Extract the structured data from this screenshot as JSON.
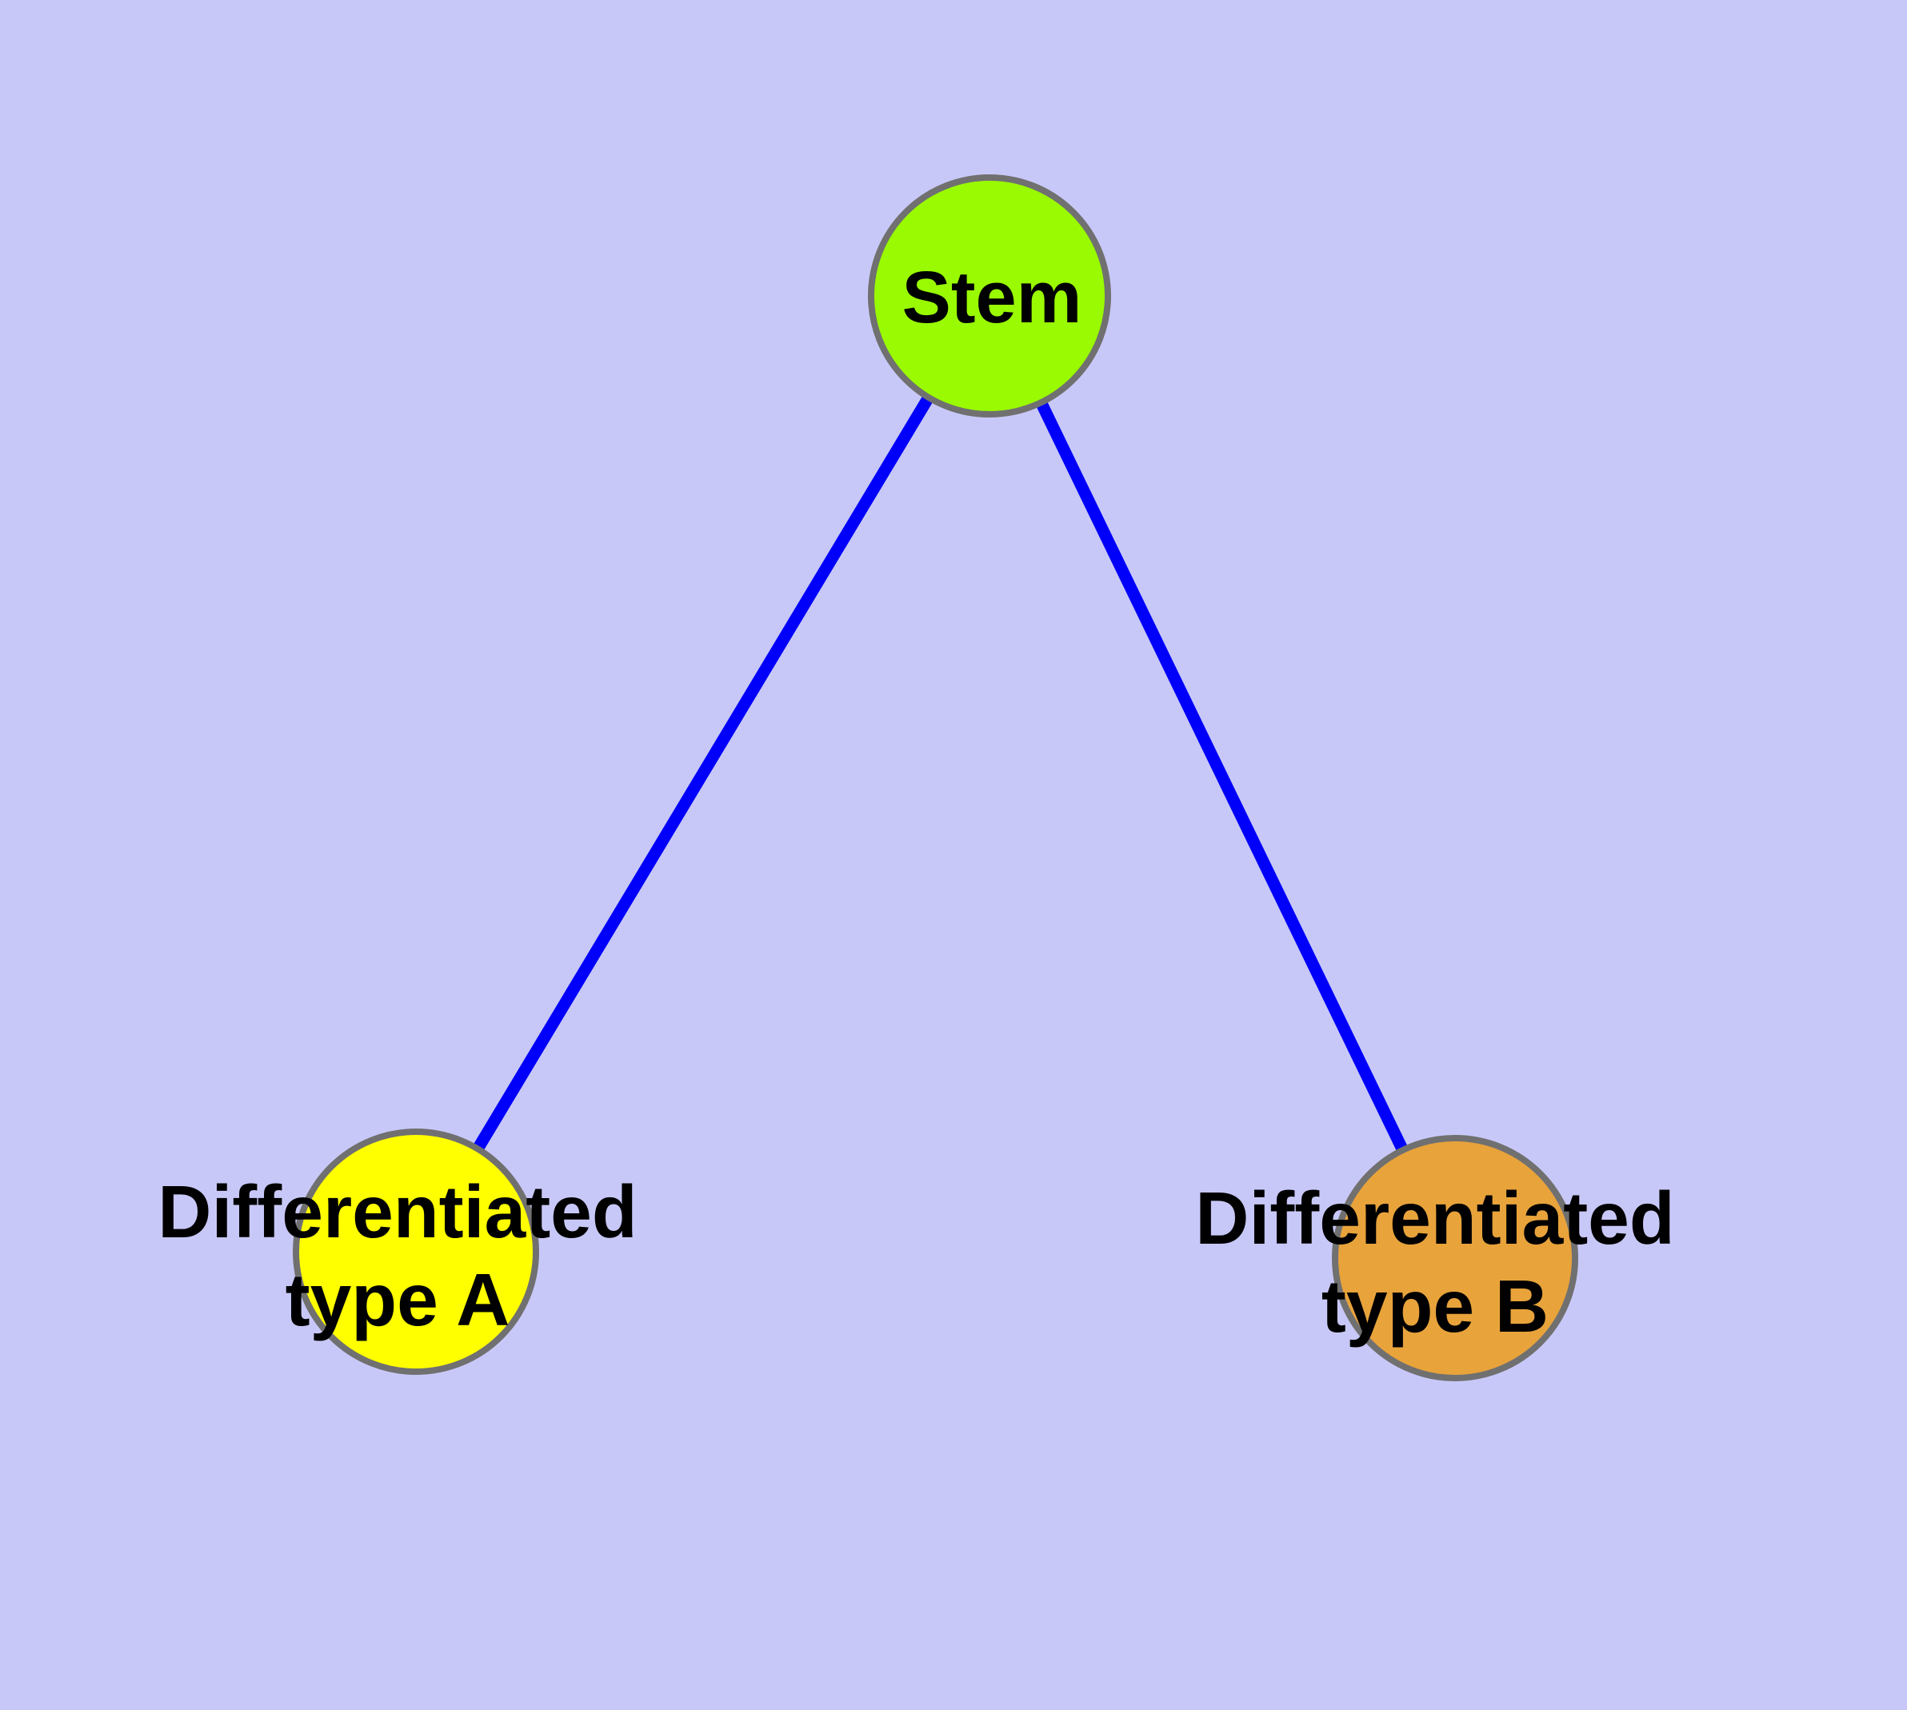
{
  "diagram": {
    "background_color": "#C8C8F8",
    "edge_color": "#0000FA",
    "node_border_color": "#707070",
    "label_color": "#000000",
    "nodes": {
      "stem": {
        "label": "Stem",
        "fill": "#99FA02"
      },
      "type_a": {
        "label_line1": "Differentiated",
        "label_line2": "type A",
        "fill": "#FFFF00"
      },
      "type_b": {
        "label_line1": "Differentiated",
        "label_line2": "type B",
        "fill": "#E8A33B"
      }
    },
    "edges": [
      {
        "from": "Stem",
        "to": "Differentiated type A"
      },
      {
        "from": "Stem",
        "to": "Differentiated type B"
      }
    ]
  }
}
